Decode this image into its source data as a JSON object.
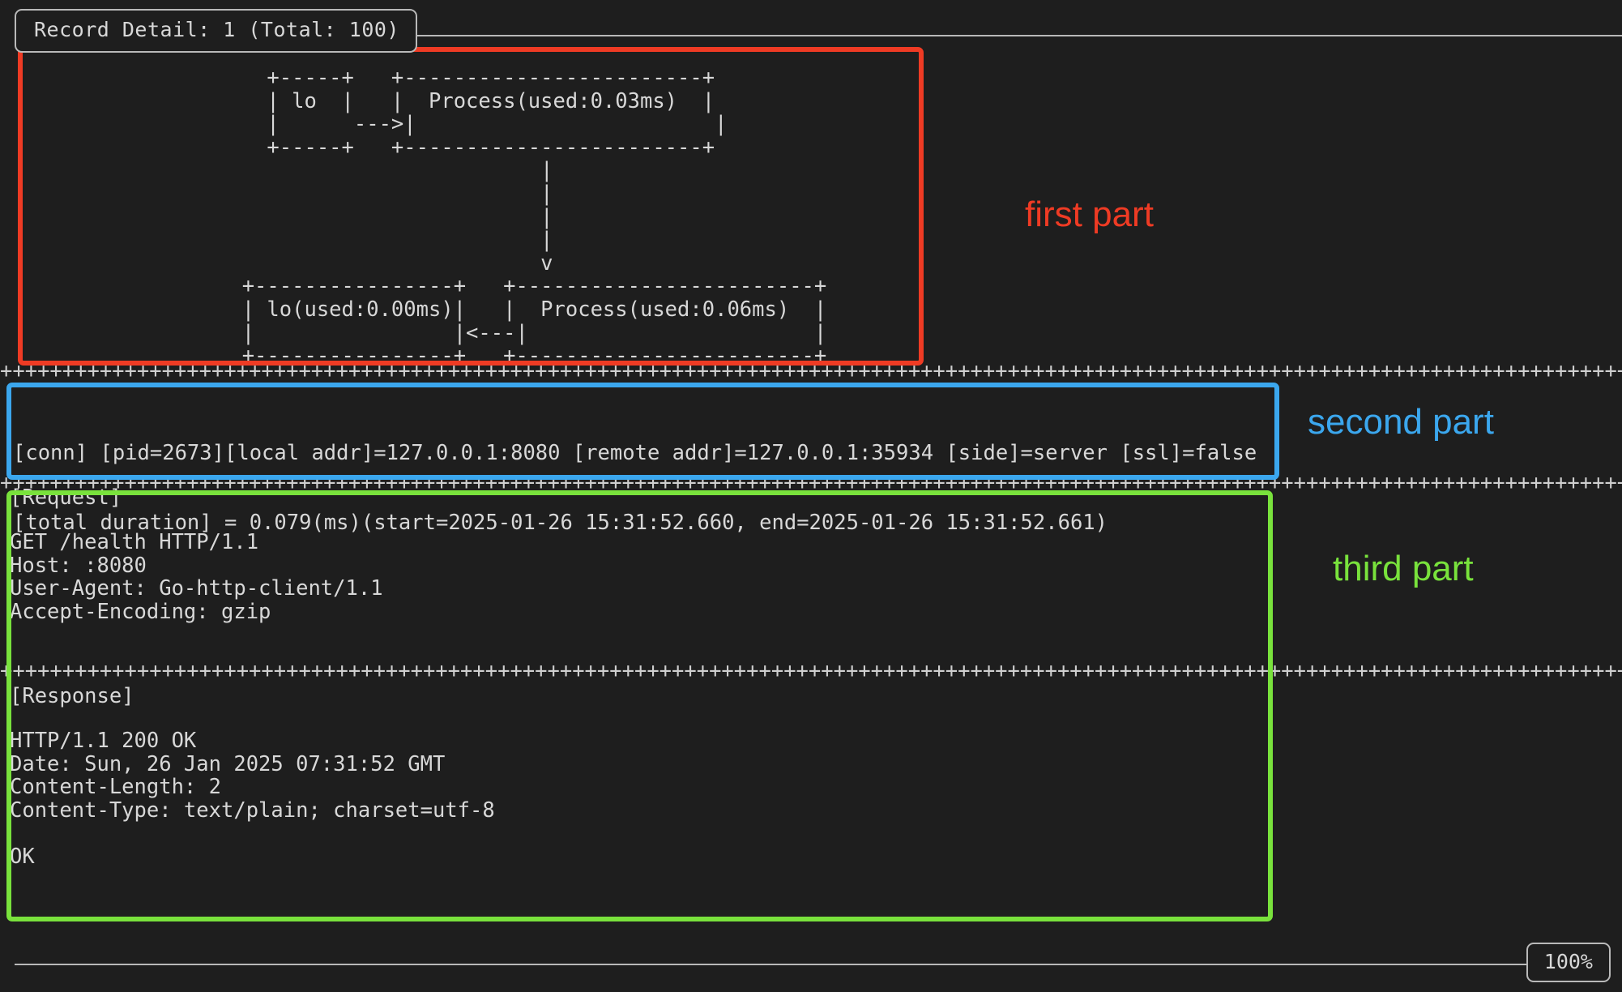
{
  "window": {
    "title": "Record Detail: 1 (Total: 100)",
    "background_color": "#1e1e1e",
    "foreground_color": "#d8d8d8",
    "zoom_badge": "100%"
  },
  "first_part": {
    "diagram": "+-----+   +------------------------+\n|  lo |   |  Process(used:0.03ms)  |\n|     --->|                        |\n+-----+   +------------------------+\n                       |\n                       |\n                       |\n                       |\n                       v\n  +---------------+   +------------------------+\n  | lo(used:0.00ms)|  |  Process(used:0.06ms)  |\n  |               |<---|                       |\n  +---------------+   +------------------------+",
    "nodes": [
      {
        "label": "lo"
      },
      {
        "label": "Process(used:0.03ms)"
      },
      {
        "label": "lo(used:0.00ms)"
      },
      {
        "label": "Process(used:0.06ms)"
      }
    ],
    "arrows": [
      "--->",
      "v",
      "<---"
    ]
  },
  "second_part": {
    "line1": "[conn] [pid=2673][local addr]=127.0.0.1:8080 [remote addr]=127.0.0.1:35934 [side]=server [ssl]=false",
    "line2": "[total duration] = 0.079(ms)(start=2025-01-26 15:31:52.660, end=2025-01-26 15:31:52.661)",
    "fields": {
      "pid": "2673",
      "local_addr": "127.0.0.1:8080",
      "remote_addr": "127.0.0.1:35934",
      "side": "server",
      "ssl": "false",
      "total_duration_ms": "0.079",
      "start": "2025-01-26 15:31:52.660",
      "end": "2025-01-26 15:31:52.661"
    }
  },
  "third_part": {
    "request_heading": "[Request]",
    "request_body": "GET /health HTTP/1.1\nHost: :8080\nUser-Agent: Go-http-client/1.1\nAccept-Encoding: gzip",
    "response_heading": "[Response]",
    "response_body": "HTTP/1.1 200 OK\nDate: Sun, 26 Jan 2025 07:31:52 GMT\nContent-Length: 2\nContent-Type: text/plain; charset=utf-8\n\nOK"
  },
  "dividers": {
    "char": "+",
    "count": 183
  },
  "annotations": [
    {
      "name": "first part",
      "label": "first part",
      "color": "#ef3b24"
    },
    {
      "name": "second part",
      "label": "second part",
      "color": "#3ba7ee"
    },
    {
      "name": "third part",
      "label": "third part",
      "color": "#79e23c"
    }
  ]
}
